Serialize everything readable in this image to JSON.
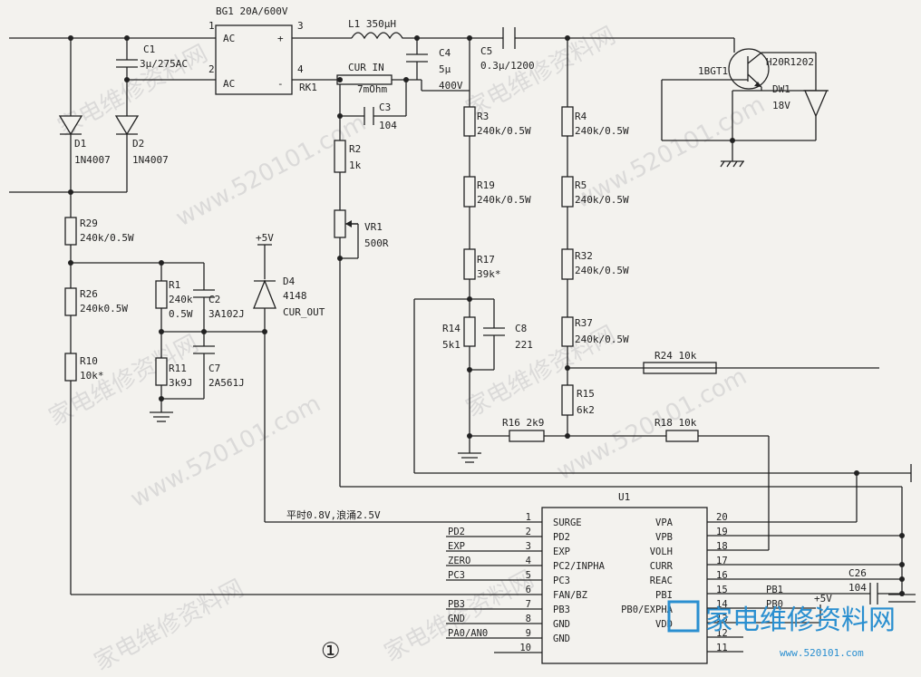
{
  "components": {
    "bg1": "BG1 20A/600V",
    "bg1_pin1": "1",
    "bg1_pin2": "2",
    "bg1_pin3": "3",
    "bg1_pin4": "4",
    "bg1_ac1": "AC",
    "bg1_ac2": "AC",
    "bg1_plus": "+",
    "bg1_minus": "-",
    "rk1": "RK1",
    "c1": "C1",
    "c1_val": "3μ/275AC",
    "d1": "D1",
    "d1_val": "1N4007",
    "d2": "D2",
    "d2_val": "1N4007",
    "l1": "L1 350μH",
    "cur_in": "CUR IN",
    "cur_in_val": "7mOhm",
    "c3": "C3",
    "c3_val": "104",
    "c4": "C4",
    "c4_val": "5μ",
    "c4_v": "400V",
    "c5": "C5",
    "c5_val": "0.3μ/1200",
    "igbt": "1BGT1",
    "igbt_val": "H20R1202",
    "dw1": "DW1",
    "dw1_val": "18V",
    "r3": "R3",
    "r3_val": "240k/0.5W",
    "r4": "R4",
    "r4_val": "240k/0.5W",
    "r2": "R2",
    "r2_val": "1k",
    "r19": "R19",
    "r19_val": "240k/0.5W",
    "r5": "R5",
    "r5_val": "240k/0.5W",
    "vr1": "VR1",
    "vr1_val": "500R",
    "r29": "R29",
    "r29_val": "240k/0.5W",
    "plus5v_a": "+5V",
    "d4": "D4",
    "d4_val": "4148",
    "cur_out": "CUR_OUT",
    "r17": "R17",
    "r17_val": "39k*",
    "r32": "R32",
    "r32_val": "240k/0.5W",
    "r26": "R26",
    "r26_val": "240k0.5W",
    "r1": "R1",
    "r1_val": "240k",
    "r1_val2": "0.5W",
    "c2": "C2",
    "c2_val": "3A102J",
    "r14": "R14",
    "r14_val": "5k1",
    "c8": "C8",
    "c8_val": "221",
    "r37": "R37",
    "r37_val": "240k/0.5W",
    "r24": "R24 10k",
    "r10": "R10",
    "r10_val": "10k*",
    "r11": "R11",
    "r11_val": "3k9J",
    "c7": "C7",
    "c7_val": "2A561J",
    "r15": "R15",
    "r15_val": "6k2",
    "r16": "R16 2k9",
    "r18": "R18 10k",
    "c26": "C26",
    "c26_val": "104",
    "plus5v_b": "+5V",
    "annotation": "平时0.8V,浪涌2.5V",
    "figure_number": "①"
  },
  "ic": {
    "name": "U1",
    "left_pins": [
      {
        "num": "1",
        "name": "SURGE",
        "net": ""
      },
      {
        "num": "2",
        "name": "PD2",
        "net": "PD2"
      },
      {
        "num": "3",
        "name": "EXP",
        "net": "EXP"
      },
      {
        "num": "4",
        "name": "PC2/INPHA",
        "net": "ZERO"
      },
      {
        "num": "5",
        "name": "PC3",
        "net": "PC3"
      },
      {
        "num": "6",
        "name": "FAN/BZ",
        "net": ""
      },
      {
        "num": "7",
        "name": "PB3",
        "net": "PB3"
      },
      {
        "num": "8",
        "name": "GND",
        "net": "GND"
      },
      {
        "num": "9",
        "name": "GND",
        "net": "PA0/AN0"
      },
      {
        "num": "10",
        "name": "",
        "net": ""
      }
    ],
    "right_pins": [
      {
        "num": "20",
        "name": "VPA",
        "net": ""
      },
      {
        "num": "19",
        "name": "VPB",
        "net": ""
      },
      {
        "num": "18",
        "name": "VOLH",
        "net": ""
      },
      {
        "num": "17",
        "name": "CURR",
        "net": ""
      },
      {
        "num": "16",
        "name": "REAC",
        "net": ""
      },
      {
        "num": "15",
        "name": "PBI",
        "net": "PB1"
      },
      {
        "num": "14",
        "name": "PB0/EXPHA",
        "net": "PB0"
      },
      {
        "num": "13",
        "name": "VDD",
        "net": ""
      },
      {
        "num": "12",
        "name": "",
        "net": ""
      },
      {
        "num": "11",
        "name": "",
        "net": ""
      }
    ]
  },
  "watermark": {
    "text": "www.520101.com",
    "text_cn": "家电维修资料网"
  },
  "logo": {
    "text": "家电维修资料网",
    "sub": "www.520101.com"
  }
}
